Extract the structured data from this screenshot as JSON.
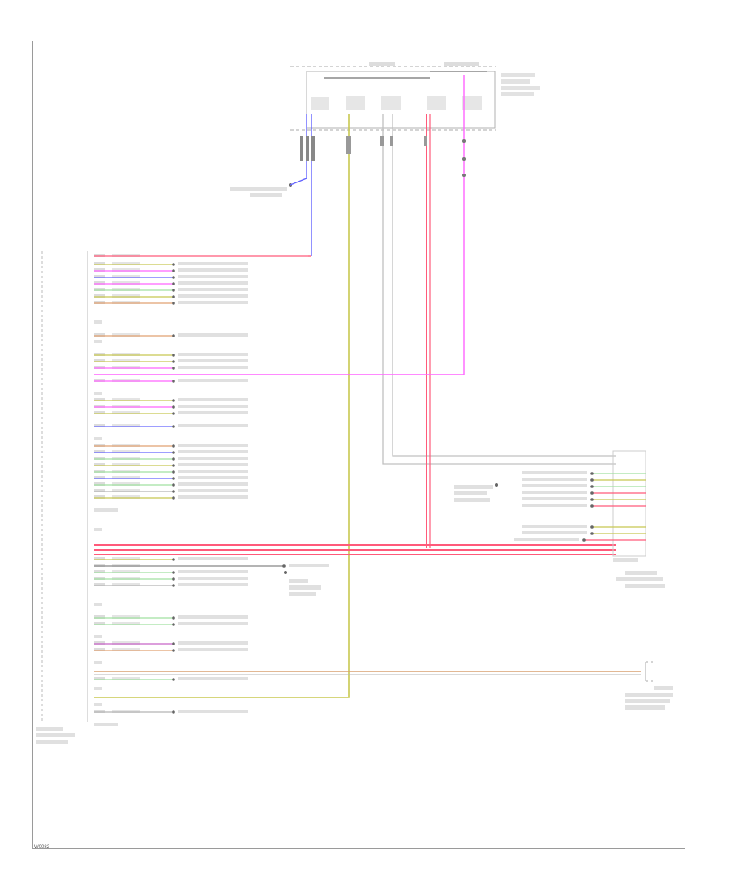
{
  "diagram_code": "W0082",
  "wires": [
    {
      "id": "blue",
      "color": "#6464ff"
    },
    {
      "id": "yellow",
      "color": "#c8c850"
    },
    {
      "id": "gray",
      "color": "#b4b4b4"
    },
    {
      "id": "red",
      "color": "#ff5a7a"
    },
    {
      "id": "pink",
      "color": "#ff64ff"
    },
    {
      "id": "orange",
      "color": "#e0a070"
    }
  ]
}
